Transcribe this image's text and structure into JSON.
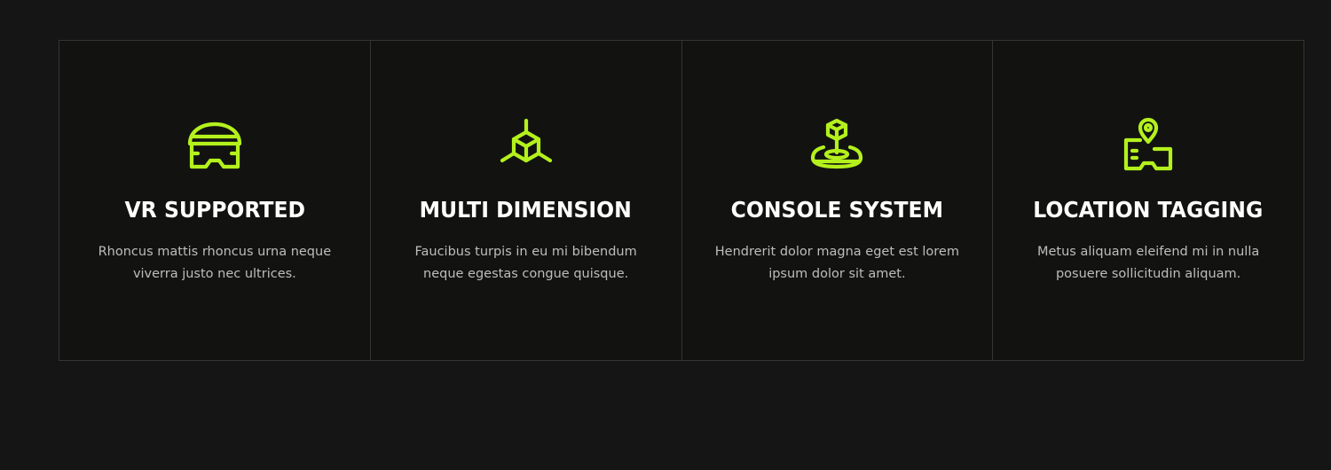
{
  "theme": {
    "accent": "#b4f11c",
    "background": "#151515",
    "card_background": "#121311",
    "border": "#343634"
  },
  "features": [
    {
      "icon": "vr-headset-icon",
      "title": "VR SUPPORTED",
      "description": "Rhoncus mattis rhoncus urna neque viverra justo nec ultrices."
    },
    {
      "icon": "cube-3d-icon",
      "title": "MULTI DIMENSION",
      "description": "Faucibus turpis in eu mi bibendum neque egestas congue quisque."
    },
    {
      "icon": "joystick-icon",
      "title": "CONSOLE SYSTEM",
      "description": "Hendrerit dolor magna eget est lorem ipsum dolor sit amet."
    },
    {
      "icon": "map-pin-icon",
      "title": "LOCATION TAGGING",
      "description": "Metus aliquam eleifend mi in nulla posuere sollicitudin aliquam."
    }
  ]
}
